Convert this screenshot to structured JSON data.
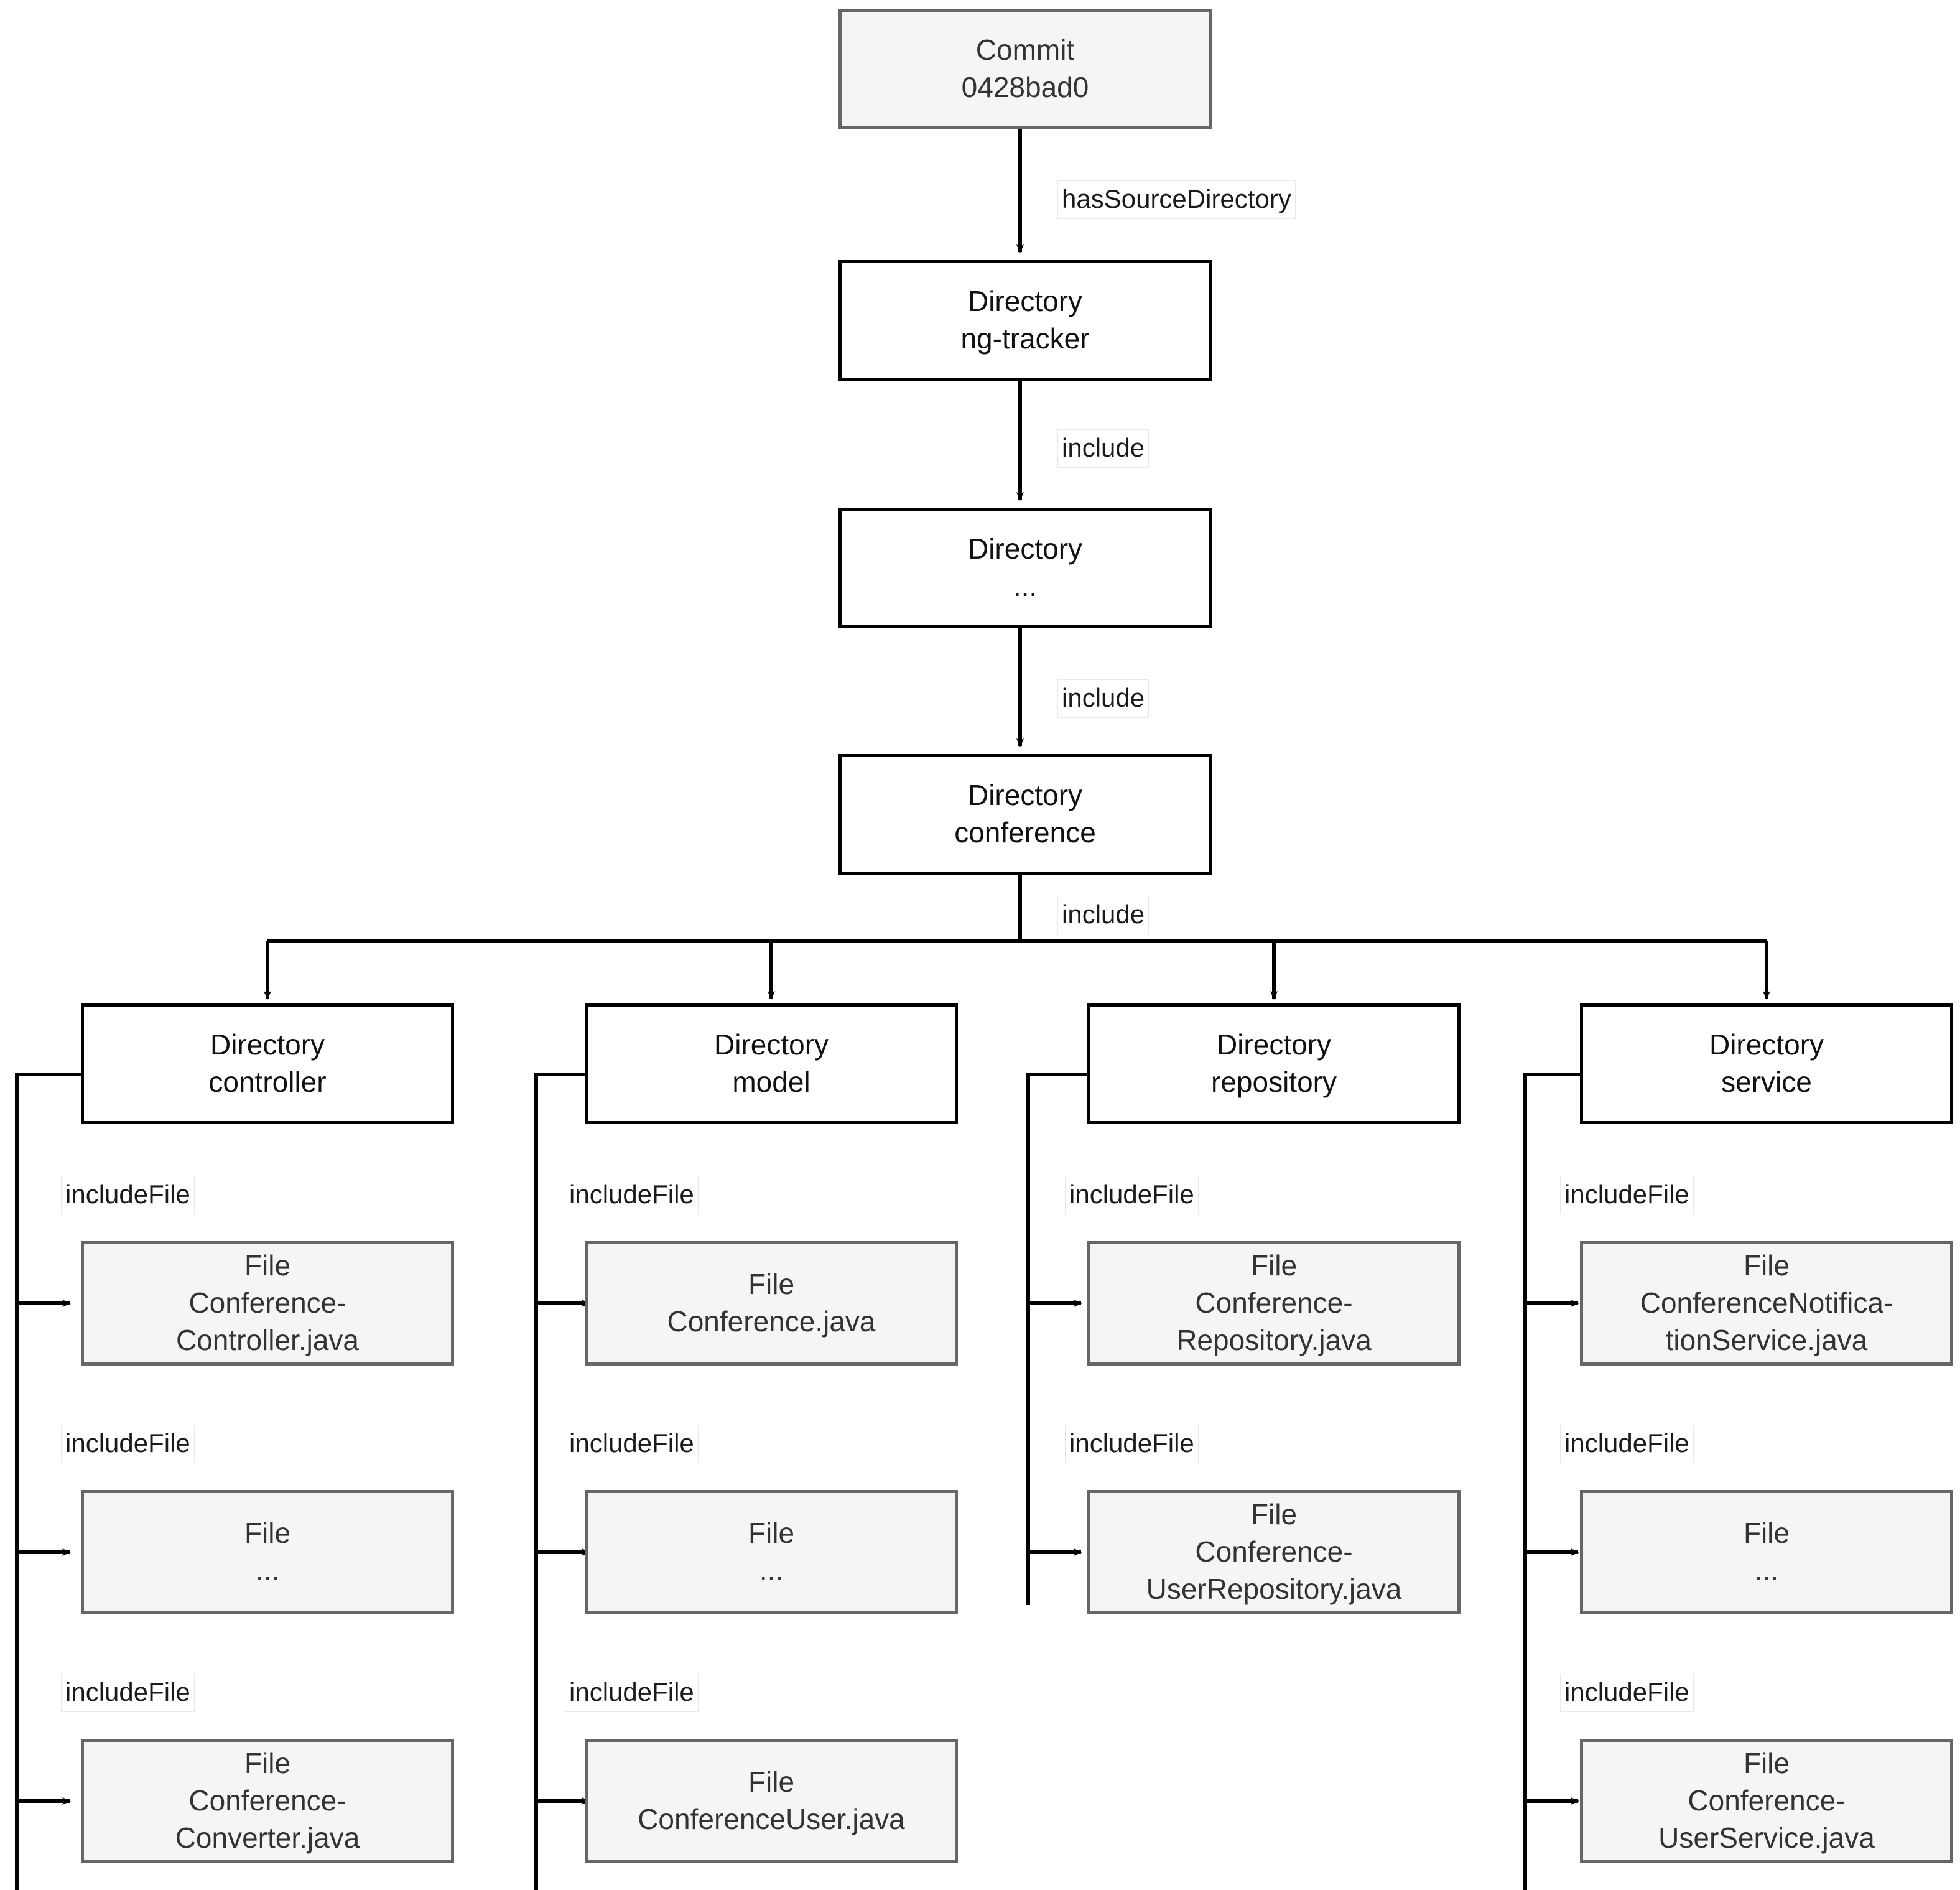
{
  "diagram": {
    "title": "Commit source directory file tree",
    "colors": {
      "node_fill_grey": "#f5f5f5",
      "node_border_grey": "#666666",
      "node_fill_plain": "#ffffff",
      "node_border_plain": "#000000",
      "edge": "#000000",
      "label_border": "#e8e8e8",
      "background": "#ffffff"
    },
    "nodes": {
      "commit": {
        "type_line": "Commit",
        "name_line": "0428bad0"
      },
      "dir_root": {
        "type_line": "Directory",
        "name_line": "ng-tracker"
      },
      "dir_ellipsis": {
        "type_line": "Directory",
        "name_line": "..."
      },
      "dir_conference": {
        "type_line": "Directory",
        "name_line": "conference"
      },
      "dir_controller": {
        "type_line": "Directory",
        "name_line": "controller"
      },
      "dir_model": {
        "type_line": "Directory",
        "name_line": "model"
      },
      "dir_repository": {
        "type_line": "Directory",
        "name_line": "repository"
      },
      "dir_service": {
        "type_line": "Directory",
        "name_line": "service"
      },
      "file_controller_1": {
        "type_line": "File",
        "name_line_1": "Conference-",
        "name_line_2": "Controller.java"
      },
      "file_controller_2": {
        "type_line": "File",
        "name_line_1": "...",
        "name_line_2": ""
      },
      "file_controller_3": {
        "type_line": "File",
        "name_line_1": "Conference-",
        "name_line_2": "Converter.java"
      },
      "file_model_1": {
        "type_line": "File",
        "name_line_1": "Conference.java",
        "name_line_2": ""
      },
      "file_model_2": {
        "type_line": "File",
        "name_line_1": "...",
        "name_line_2": ""
      },
      "file_model_3": {
        "type_line": "File",
        "name_line_1": "ConferenceUser.java",
        "name_line_2": ""
      },
      "file_repository_1": {
        "type_line": "File",
        "name_line_1": "Conference-",
        "name_line_2": "Repository.java"
      },
      "file_repository_2": {
        "type_line": "File",
        "name_line_1": "Conference-",
        "name_line_2": "UserRepository.java"
      },
      "file_service_1": {
        "type_line": "File",
        "name_line_1": "ConferenceNotifica-",
        "name_line_2": "tionService.java"
      },
      "file_service_2": {
        "type_line": "File",
        "name_line_1": "...",
        "name_line_2": ""
      },
      "file_service_3": {
        "type_line": "File",
        "name_line_1": "Conference-",
        "name_line_2": "UserService.java"
      }
    },
    "edge_labels": {
      "has_source_directory": "hasSourceDirectory",
      "include_1": "include",
      "include_2": "include",
      "include_3": "include",
      "include_file_c1": "includeFile",
      "include_file_c2": "includeFile",
      "include_file_c3": "includeFile",
      "include_file_m1": "includeFile",
      "include_file_m2": "includeFile",
      "include_file_m3": "includeFile",
      "include_file_r1": "includeFile",
      "include_file_r2": "includeFile",
      "include_file_s1": "includeFile",
      "include_file_s2": "includeFile",
      "include_file_s3": "includeFile"
    },
    "graph": {
      "type": "tree",
      "edges": [
        {
          "from": "commit",
          "to": "dir_root",
          "label": "hasSourceDirectory"
        },
        {
          "from": "dir_root",
          "to": "dir_ellipsis",
          "label": "include"
        },
        {
          "from": "dir_ellipsis",
          "to": "dir_conference",
          "label": "include"
        },
        {
          "from": "dir_conference",
          "to": "dir_controller",
          "label": "include"
        },
        {
          "from": "dir_conference",
          "to": "dir_model",
          "label": "include"
        },
        {
          "from": "dir_conference",
          "to": "dir_repository",
          "label": "include"
        },
        {
          "from": "dir_conference",
          "to": "dir_service",
          "label": "include"
        },
        {
          "from": "dir_controller",
          "to": "file_controller_1",
          "label": "includeFile"
        },
        {
          "from": "dir_controller",
          "to": "file_controller_2",
          "label": "includeFile"
        },
        {
          "from": "dir_controller",
          "to": "file_controller_3",
          "label": "includeFile"
        },
        {
          "from": "dir_model",
          "to": "file_model_1",
          "label": "includeFile"
        },
        {
          "from": "dir_model",
          "to": "file_model_2",
          "label": "includeFile"
        },
        {
          "from": "dir_model",
          "to": "file_model_3",
          "label": "includeFile"
        },
        {
          "from": "dir_repository",
          "to": "file_repository_1",
          "label": "includeFile"
        },
        {
          "from": "dir_repository",
          "to": "file_repository_2",
          "label": "includeFile"
        },
        {
          "from": "dir_service",
          "to": "file_service_1",
          "label": "includeFile"
        },
        {
          "from": "dir_service",
          "to": "file_service_2",
          "label": "includeFile"
        },
        {
          "from": "dir_service",
          "to": "file_service_3",
          "label": "includeFile"
        }
      ]
    }
  }
}
